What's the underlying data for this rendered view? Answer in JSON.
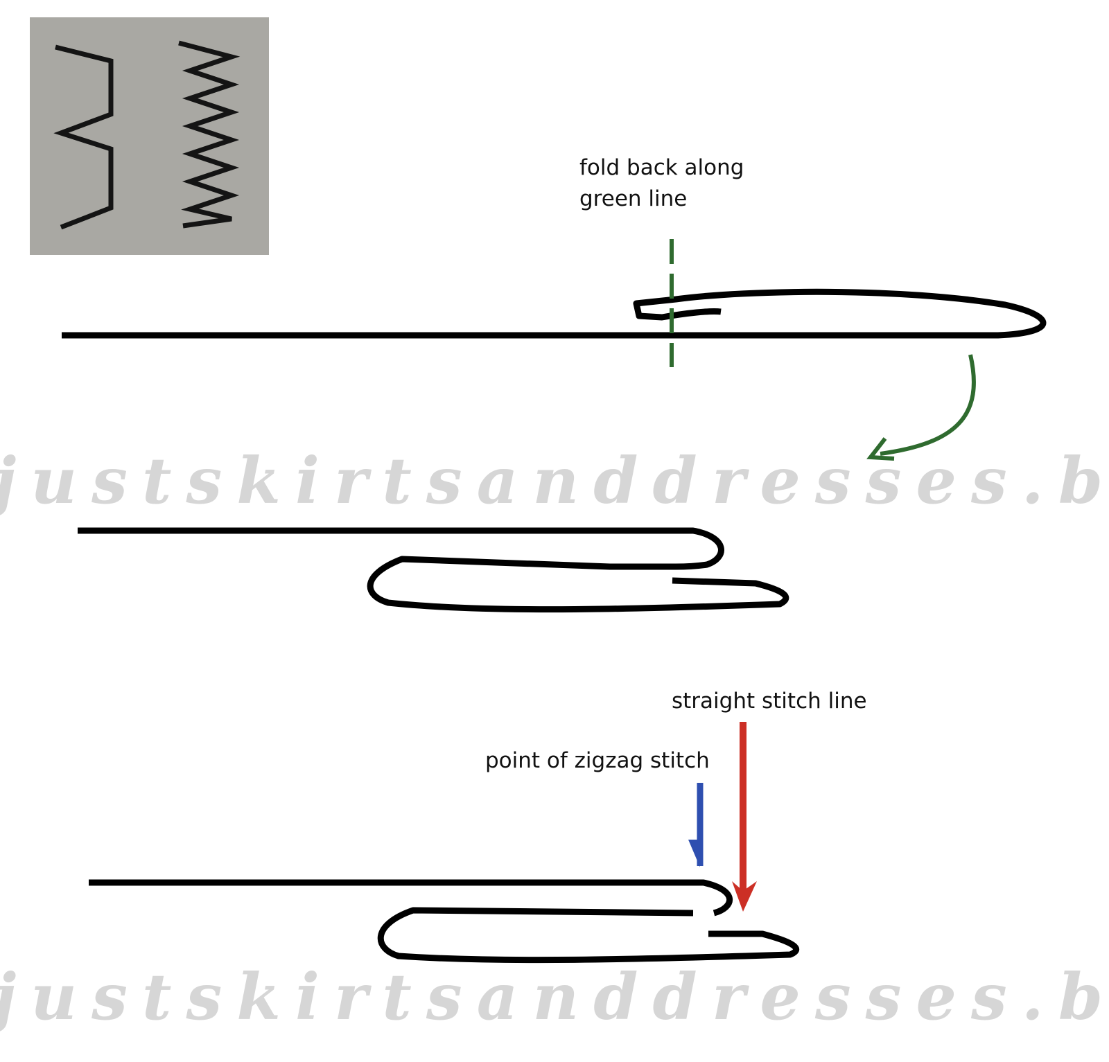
{
  "labels": {
    "fold_back": [
      "fold back along",
      "green line"
    ],
    "straight_stitch": "straight stitch line",
    "zigzag_point": "point of zigzag stitch"
  },
  "watermark": "justskirtsanddresses.blogspot.com",
  "colors": {
    "fabric_line": "#000000",
    "fold_line": "#2f6b2f",
    "zigzag_arrow": "#2e4fb0",
    "straight_arrow": "#cc2f25",
    "photo_background": "#a9a8a3"
  }
}
